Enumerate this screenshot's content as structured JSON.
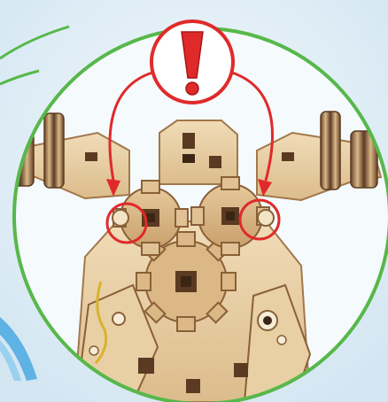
{
  "illustration": {
    "subject": "wooden-gear-mechanism-assembly-detail",
    "colors": {
      "background": "#dbeaf4",
      "background_light": "#eef5fa",
      "callout_ring": "#57b84a",
      "warning_red": "#e02a2a",
      "plywood_light": "#ead2ac",
      "plywood_mid": "#d9b98a",
      "plywood_edge": "#a2784a",
      "plywood_dark": "#5b3a22",
      "hole_dark": "#3b2515",
      "accent_arrow_blue": "#4aa8e0",
      "rubber_band": "#d9b22e"
    },
    "icons": [
      "warning-exclamation-icon",
      "pointer-arrow-left",
      "pointer-arrow-right"
    ]
  }
}
